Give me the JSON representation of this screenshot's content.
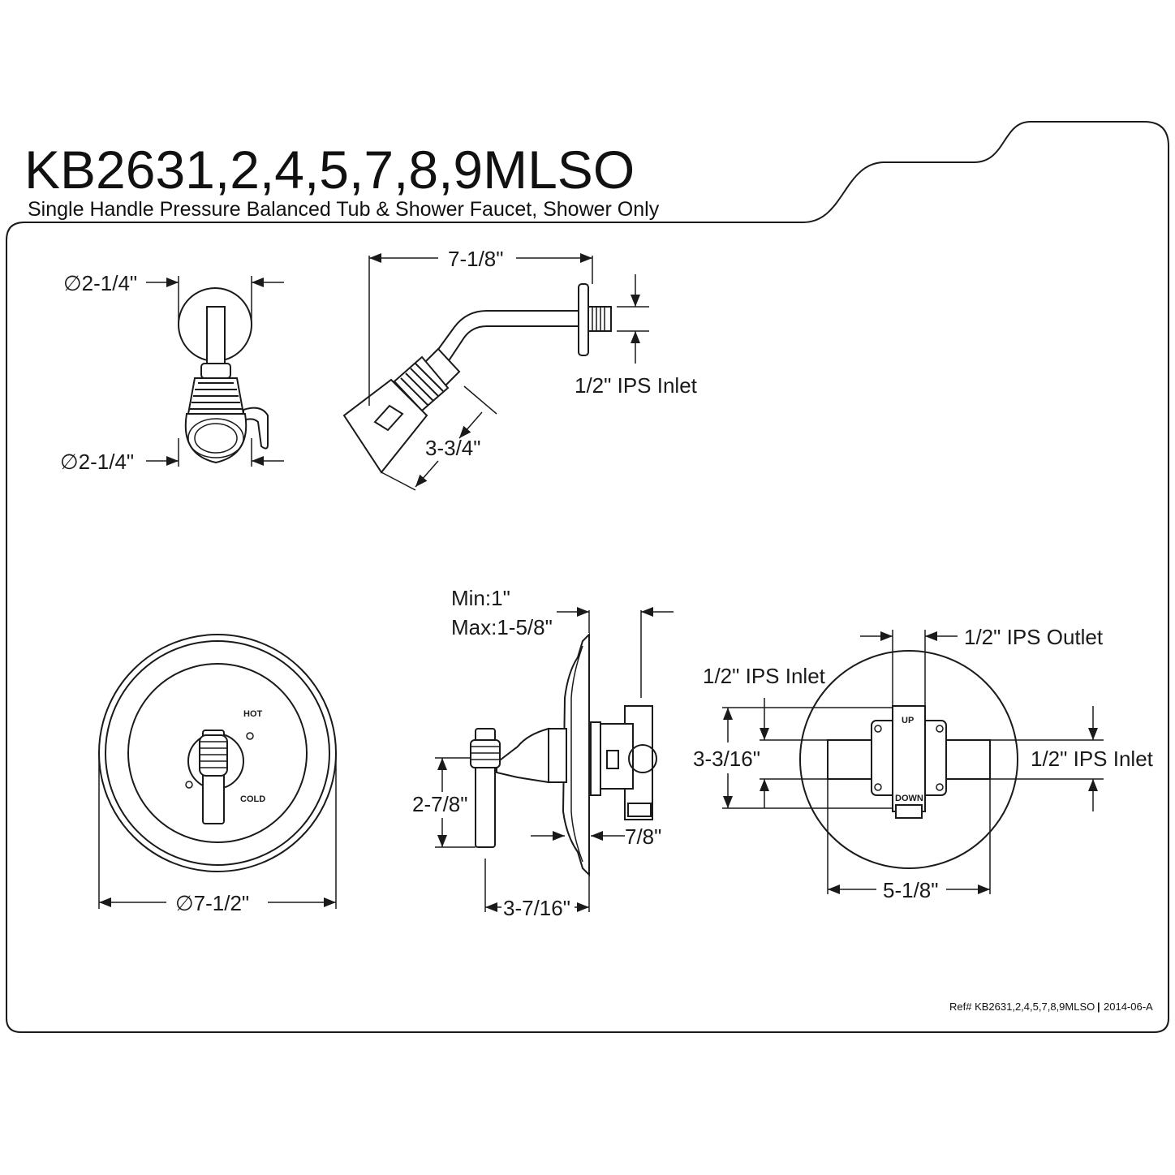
{
  "header": {
    "model": "KB2631,2,4,5,7,8,9MLSO",
    "description": "Single Handle Pressure Balanced Tub & Shower Faucet, Shower Only"
  },
  "showerhead_front": {
    "top_diameter": "∅2-1/4\"",
    "bottom_diameter": "∅2-1/4\""
  },
  "showerhead_side": {
    "arm_length": "7-1/8\"",
    "inlet": "1/2\" IPS Inlet",
    "head_length": "3-3/4\""
  },
  "trim_front": {
    "diameter": "∅7-1/2\"",
    "hot_label": "HOT",
    "cold_label": "COLD"
  },
  "trim_side": {
    "wall_range_min": "Min:1\"",
    "wall_range_max": "Max:1-5/8\"",
    "handle_height": "2-7/8\"",
    "depth": "3-7/16\"",
    "offset": "7/8\""
  },
  "valve_body": {
    "outlet": "1/2\" IPS Outlet",
    "inlet_left": "1/2\" IPS Inlet",
    "inlet_right": "1/2\" IPS Inlet",
    "height": "3-3/16\"",
    "width": "5-1/8\"",
    "up_label": "UP",
    "down_label": "DOWN"
  },
  "footer": {
    "ref": "Ref# KB2631,2,4,5,7,8,9MLSO",
    "separator": "|",
    "revision": "2014-06-A"
  }
}
